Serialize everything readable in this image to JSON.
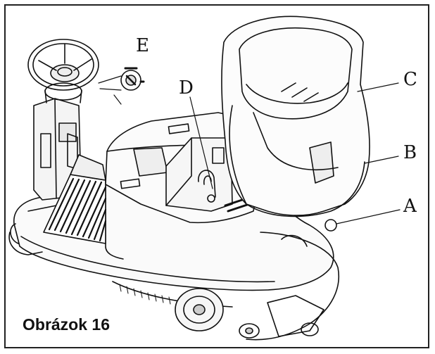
{
  "callouts": {
    "a": "A",
    "b": "B",
    "c": "C",
    "d": "D",
    "e": "E"
  },
  "caption": "Obrázok 16"
}
